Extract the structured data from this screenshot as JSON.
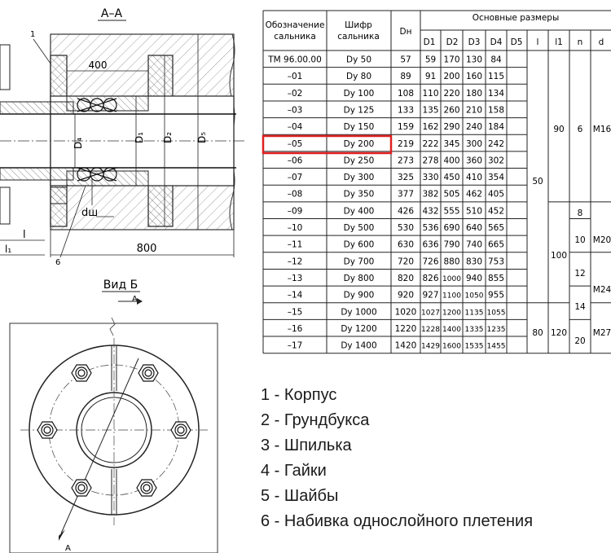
{
  "section_title": "А–А",
  "view_title": "Вид Б",
  "section_marker": "А",
  "dims": {
    "l400": "400",
    "l800": "800",
    "l": "l",
    "l1": "l₁",
    "dw": "dш",
    "D4": "D₄",
    "D1": "D₁",
    "D2": "D₂",
    "D5": "D₅"
  },
  "callouts": {
    "c1": "1",
    "c6": "6"
  },
  "table": {
    "headers": {
      "designation": "Обозначение сальника",
      "cipher": "Шифр сальника",
      "dn": "Dн",
      "main": "Основные размеры",
      "D1": "D1",
      "D2": "D2",
      "D3": "D3",
      "D4": "D4",
      "D5": "D5",
      "l": "l",
      "l1": "l1",
      "n": "n",
      "d": "d"
    },
    "rows": [
      {
        "des": "ТМ 96.00.00",
        "cip": "Dy 50",
        "dn": "57",
        "D1": "59",
        "D2": "170",
        "D3": "130",
        "D4": "84"
      },
      {
        "des": "–01",
        "cip": "Dy 80",
        "dn": "89",
        "D1": "91",
        "D2": "200",
        "D3": "160",
        "D4": "115"
      },
      {
        "des": "–02",
        "cip": "Dy 100",
        "dn": "108",
        "D1": "110",
        "D2": "220",
        "D3": "180",
        "D4": "134"
      },
      {
        "des": "–03",
        "cip": "Dy 125",
        "dn": "133",
        "D1": "135",
        "D2": "260",
        "D3": "210",
        "D4": "158"
      },
      {
        "des": "–04",
        "cip": "Dy 150",
        "dn": "159",
        "D1": "162",
        "D2": "290",
        "D3": "240",
        "D4": "184"
      },
      {
        "des": "–05",
        "cip": "Dy 200",
        "dn": "219",
        "D1": "222",
        "D2": "345",
        "D3": "300",
        "D4": "242"
      },
      {
        "des": "–06",
        "cip": "Dy 250",
        "dn": "273",
        "D1": "278",
        "D2": "400",
        "D3": "360",
        "D4": "302"
      },
      {
        "des": "–07",
        "cip": "Dy 300",
        "dn": "325",
        "D1": "330",
        "D2": "450",
        "D3": "410",
        "D4": "354"
      },
      {
        "des": "–08",
        "cip": "Dy 350",
        "dn": "377",
        "D1": "382",
        "D2": "505",
        "D3": "462",
        "D4": "405"
      },
      {
        "des": "–09",
        "cip": "Dy 400",
        "dn": "426",
        "D1": "432",
        "D2": "555",
        "D3": "510",
        "D4": "452"
      },
      {
        "des": "–10",
        "cip": "Dy 500",
        "dn": "530",
        "D1": "536",
        "D2": "690",
        "D3": "640",
        "D4": "565"
      },
      {
        "des": "–11",
        "cip": "Dy 600",
        "dn": "630",
        "D1": "636",
        "D2": "790",
        "D3": "740",
        "D4": "665"
      },
      {
        "des": "–12",
        "cip": "Dy 700",
        "dn": "720",
        "D1": "726",
        "D2": "880",
        "D3": "830",
        "D4": "753"
      },
      {
        "des": "–13",
        "cip": "Dy 800",
        "dn": "820",
        "D1": "826",
        "D2": "1000",
        "D3": "940",
        "D4": "855"
      },
      {
        "des": "–14",
        "cip": "Dy 900",
        "dn": "920",
        "D1": "927",
        "D2": "1100",
        "D3": "1050",
        "D4": "955"
      },
      {
        "des": "–15",
        "cip": "Dy 1000",
        "dn": "1020",
        "D1": "1027",
        "D2": "1200",
        "D3": "1135",
        "D4": "1055"
      },
      {
        "des": "–16",
        "cip": "Dy 1200",
        "dn": "1220",
        "D1": "1228",
        "D2": "1400",
        "D3": "1335",
        "D4": "1235"
      },
      {
        "des": "–17",
        "cip": "Dy 1400",
        "dn": "1420",
        "D1": "1429",
        "D2": "1600",
        "D3": "1535",
        "D4": "1455"
      }
    ],
    "merged": {
      "l_50": "50",
      "l_80": "80",
      "l1_90": "90",
      "l1_100": "100",
      "l1_120": "120",
      "n_6": "6",
      "n_8": "8",
      "n_10": "10",
      "n_12": "12",
      "n_14": "14",
      "n_20": "20",
      "d_M16": "M16",
      "d_M20": "M20",
      "d_M24": "M24",
      "d_M27": "M27"
    },
    "highlight_color": "#e02020"
  },
  "legend": [
    "1 - Корпус",
    "2 - Грундбукса",
    "3 - Шпилька",
    "4 - Гайки",
    "5 - Шайбы",
    "6 - Набивка однослойного плетения"
  ]
}
